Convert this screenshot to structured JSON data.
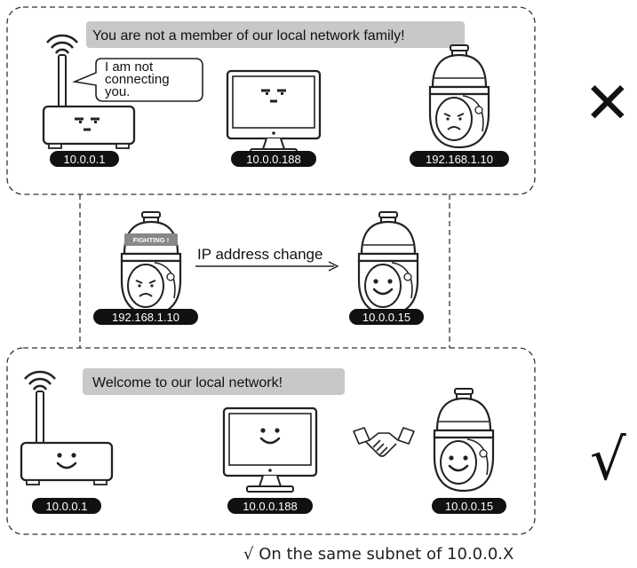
{
  "top_panel": {
    "banner": "You are not a member of our local network family!",
    "speech": [
      "I am not",
      "connecting",
      "you."
    ],
    "router_ip": "10.0.0.1",
    "monitor_ip": "10.0.0.188",
    "camera_ip": "192.168.1.10",
    "verdict_mark": "✕"
  },
  "middle_panel": {
    "old_ip": "192.168.1.10",
    "new_ip": "10.0.0.15",
    "arrow_label": "IP address change",
    "headband": "FIGHTING !"
  },
  "bottom_panel": {
    "banner": "Welcome to our local network!",
    "router_ip": "10.0.0.1",
    "monitor_ip": "10.0.0.188",
    "camera_ip": "10.0.0.15",
    "verdict_mark": "√"
  },
  "footer": "√ On the same subnet of 10.0.0.X",
  "colors": {
    "banner_bg": "#c8c8c8",
    "pill_bg": "#111111",
    "outline": "#222222"
  }
}
